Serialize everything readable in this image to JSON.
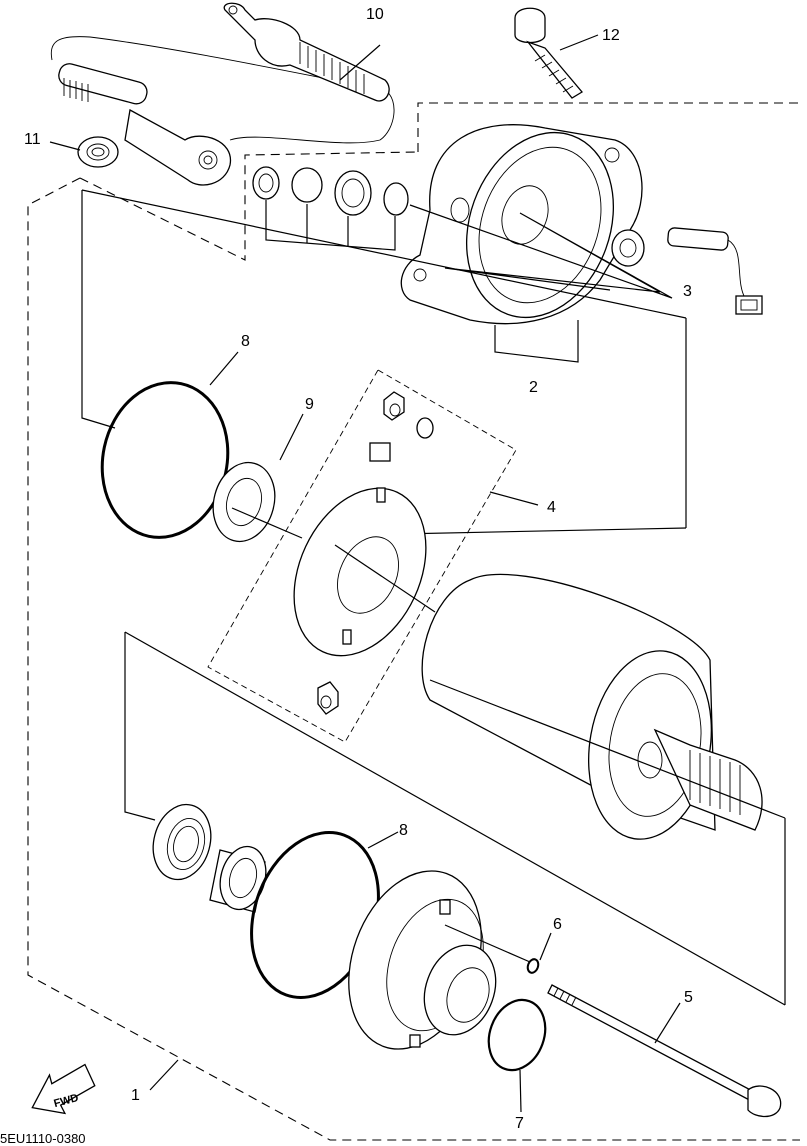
{
  "callouts": {
    "c1": "1",
    "c2": "2",
    "c3": "3",
    "c4": "4",
    "c5": "5",
    "c6": "6",
    "c7": "7",
    "c8a": "8",
    "c8b": "8",
    "c9": "9",
    "c10": "10",
    "c11": "11",
    "c12": "12"
  },
  "fwd_label": "FWD",
  "diagram_code": "5EU1110-0380"
}
